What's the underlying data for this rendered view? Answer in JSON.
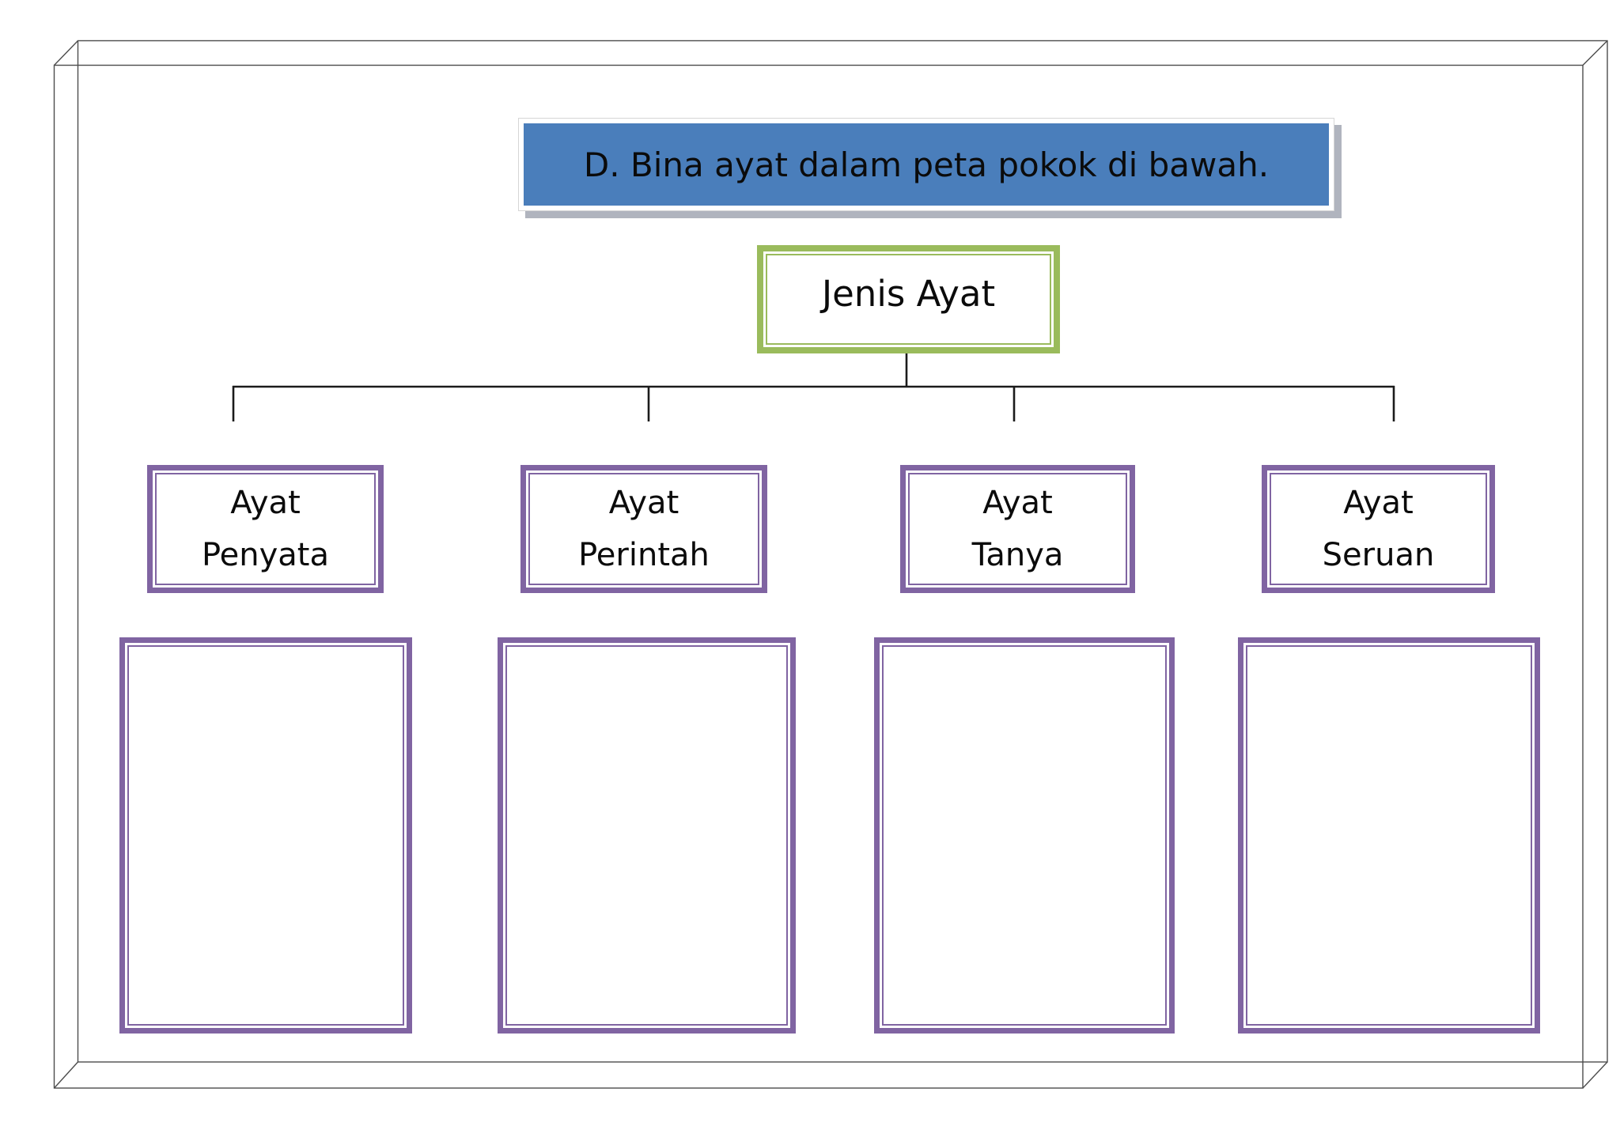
{
  "title_bar": {
    "text": "D. Bina ayat dalam peta pokok di bawah.",
    "fill_color": "#4a7ebb",
    "text_color": "#0b0b0b",
    "shadow_color": "#b0b4be"
  },
  "tree": {
    "root": {
      "label": "Jenis Ayat",
      "border_color": "#9abb5c"
    },
    "connector_color": "#1b1b1b",
    "branch_border_color": "#8064a2",
    "branches": [
      {
        "line1": "Ayat",
        "line2": "Penyata"
      },
      {
        "line1": "Ayat",
        "line2": "Perintah"
      },
      {
        "line1": "Ayat",
        "line2": "Tanya"
      },
      {
        "line1": "Ayat",
        "line2": "Seruan"
      }
    ],
    "answer_boxes": [
      {
        "value": ""
      },
      {
        "value": ""
      },
      {
        "value": ""
      },
      {
        "value": ""
      }
    ]
  },
  "frame": {
    "line_color": "#4d4d4d"
  }
}
